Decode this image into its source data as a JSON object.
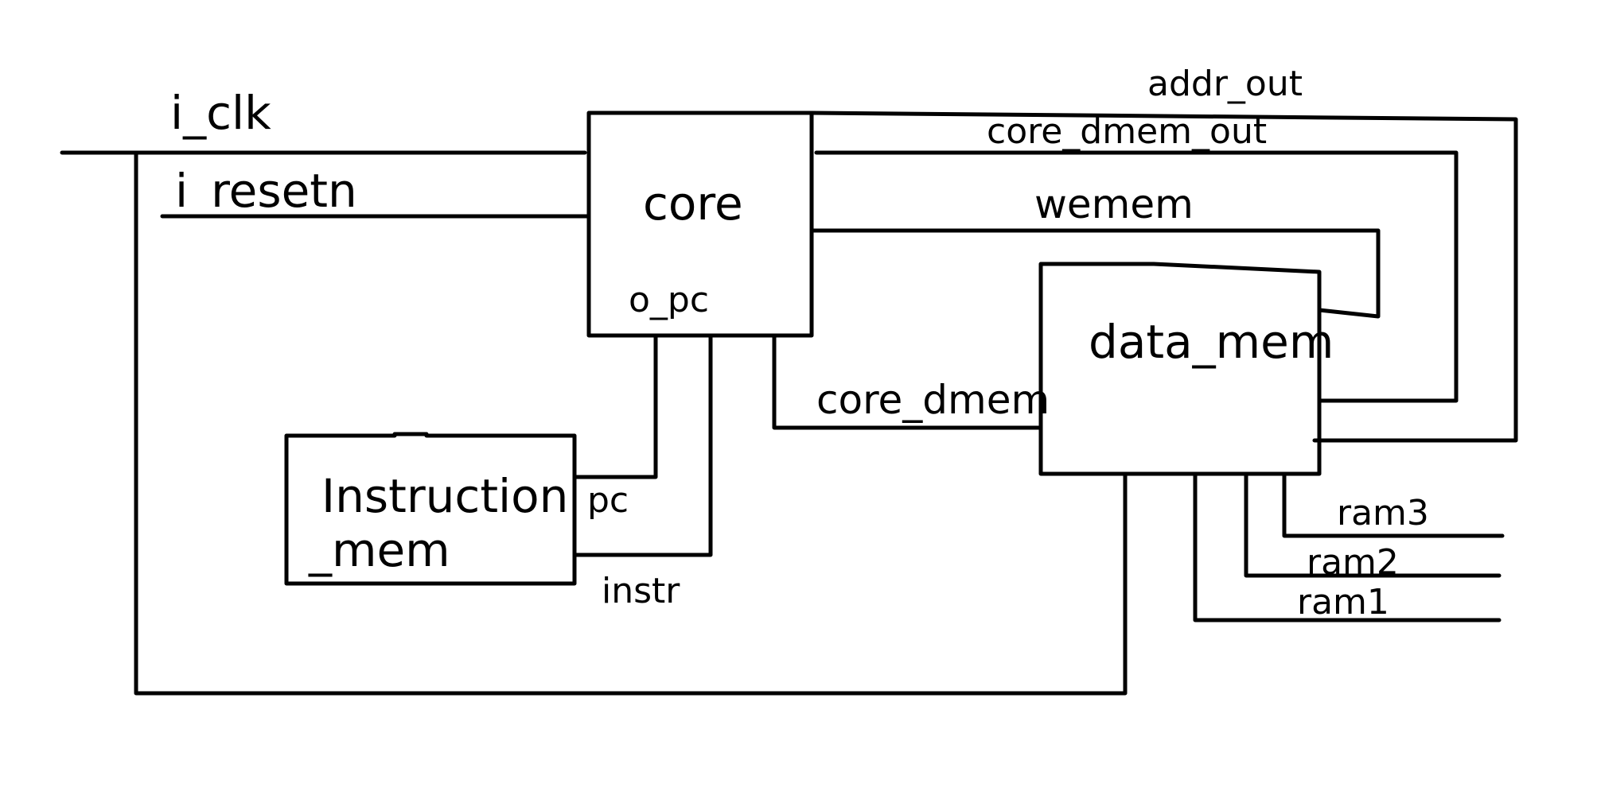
{
  "blocks": {
    "core": "core",
    "data_mem": "data_mem",
    "instruction_mem_line1": "Instruction",
    "instruction_mem_line2": "_mem"
  },
  "signals": {
    "i_clk": "i_clk",
    "i_resetn": "i_resetn",
    "o_pc": "o_pc",
    "pc": "pc",
    "instr": "instr",
    "core_dmem": "core_dmem",
    "wemem": "wemem",
    "core_dmem_out": "core_dmem_out",
    "addr_out": "addr_out",
    "ram3": "ram3",
    "ram2": "ram2",
    "ram1": "ram1"
  },
  "colors": {
    "ink": "#000000",
    "background": "#ffffff"
  }
}
